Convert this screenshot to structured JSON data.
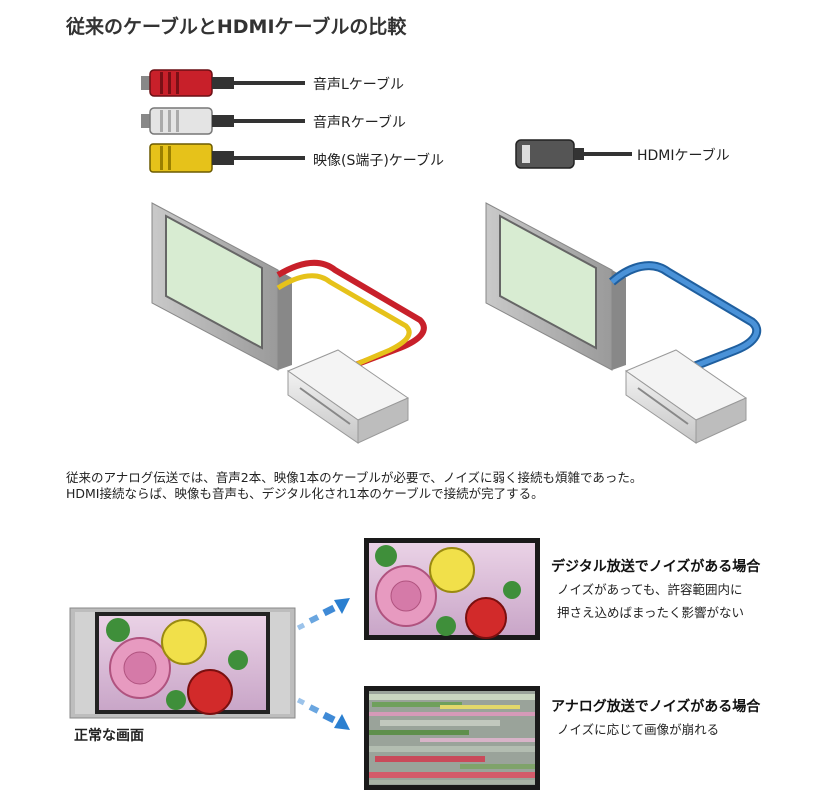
{
  "title": "従来のケーブルとHDMIケーブルの比較",
  "cables": {
    "audio_l": "音声Lケーブル",
    "audio_r": "音声Rケーブル",
    "video_s": "映像(S端子)ケーブル",
    "hdmi": "HDMIケーブル"
  },
  "caption": {
    "line1": "従来のアナログ伝送では、音声2本、映像1本のケーブルが必要で、ノイズに弱く接続も煩雑であった。",
    "line2": "HDMI接続ならば、映像も音声も、デジタル化され1本のケーブルで接続が完了する。"
  },
  "digital": {
    "heading": "デジタル放送でノイズがある場合",
    "desc1": "ノイズがあっても、許容範囲内に",
    "desc2": "押さえ込めばまったく影響がない"
  },
  "analog": {
    "heading": "アナログ放送でノイズがある場合",
    "desc": "ノイズに応じて画像が崩れる"
  },
  "normal_label": "正常な画面",
  "colors": {
    "rca_red": "#c8202a",
    "rca_white": "#e4e4e4",
    "rca_yellow": "#e6c21a",
    "hdmi_cable": "#3b82c8",
    "screen_green": "#d8ecd2",
    "arrow_blue": "#2a7fd0"
  }
}
